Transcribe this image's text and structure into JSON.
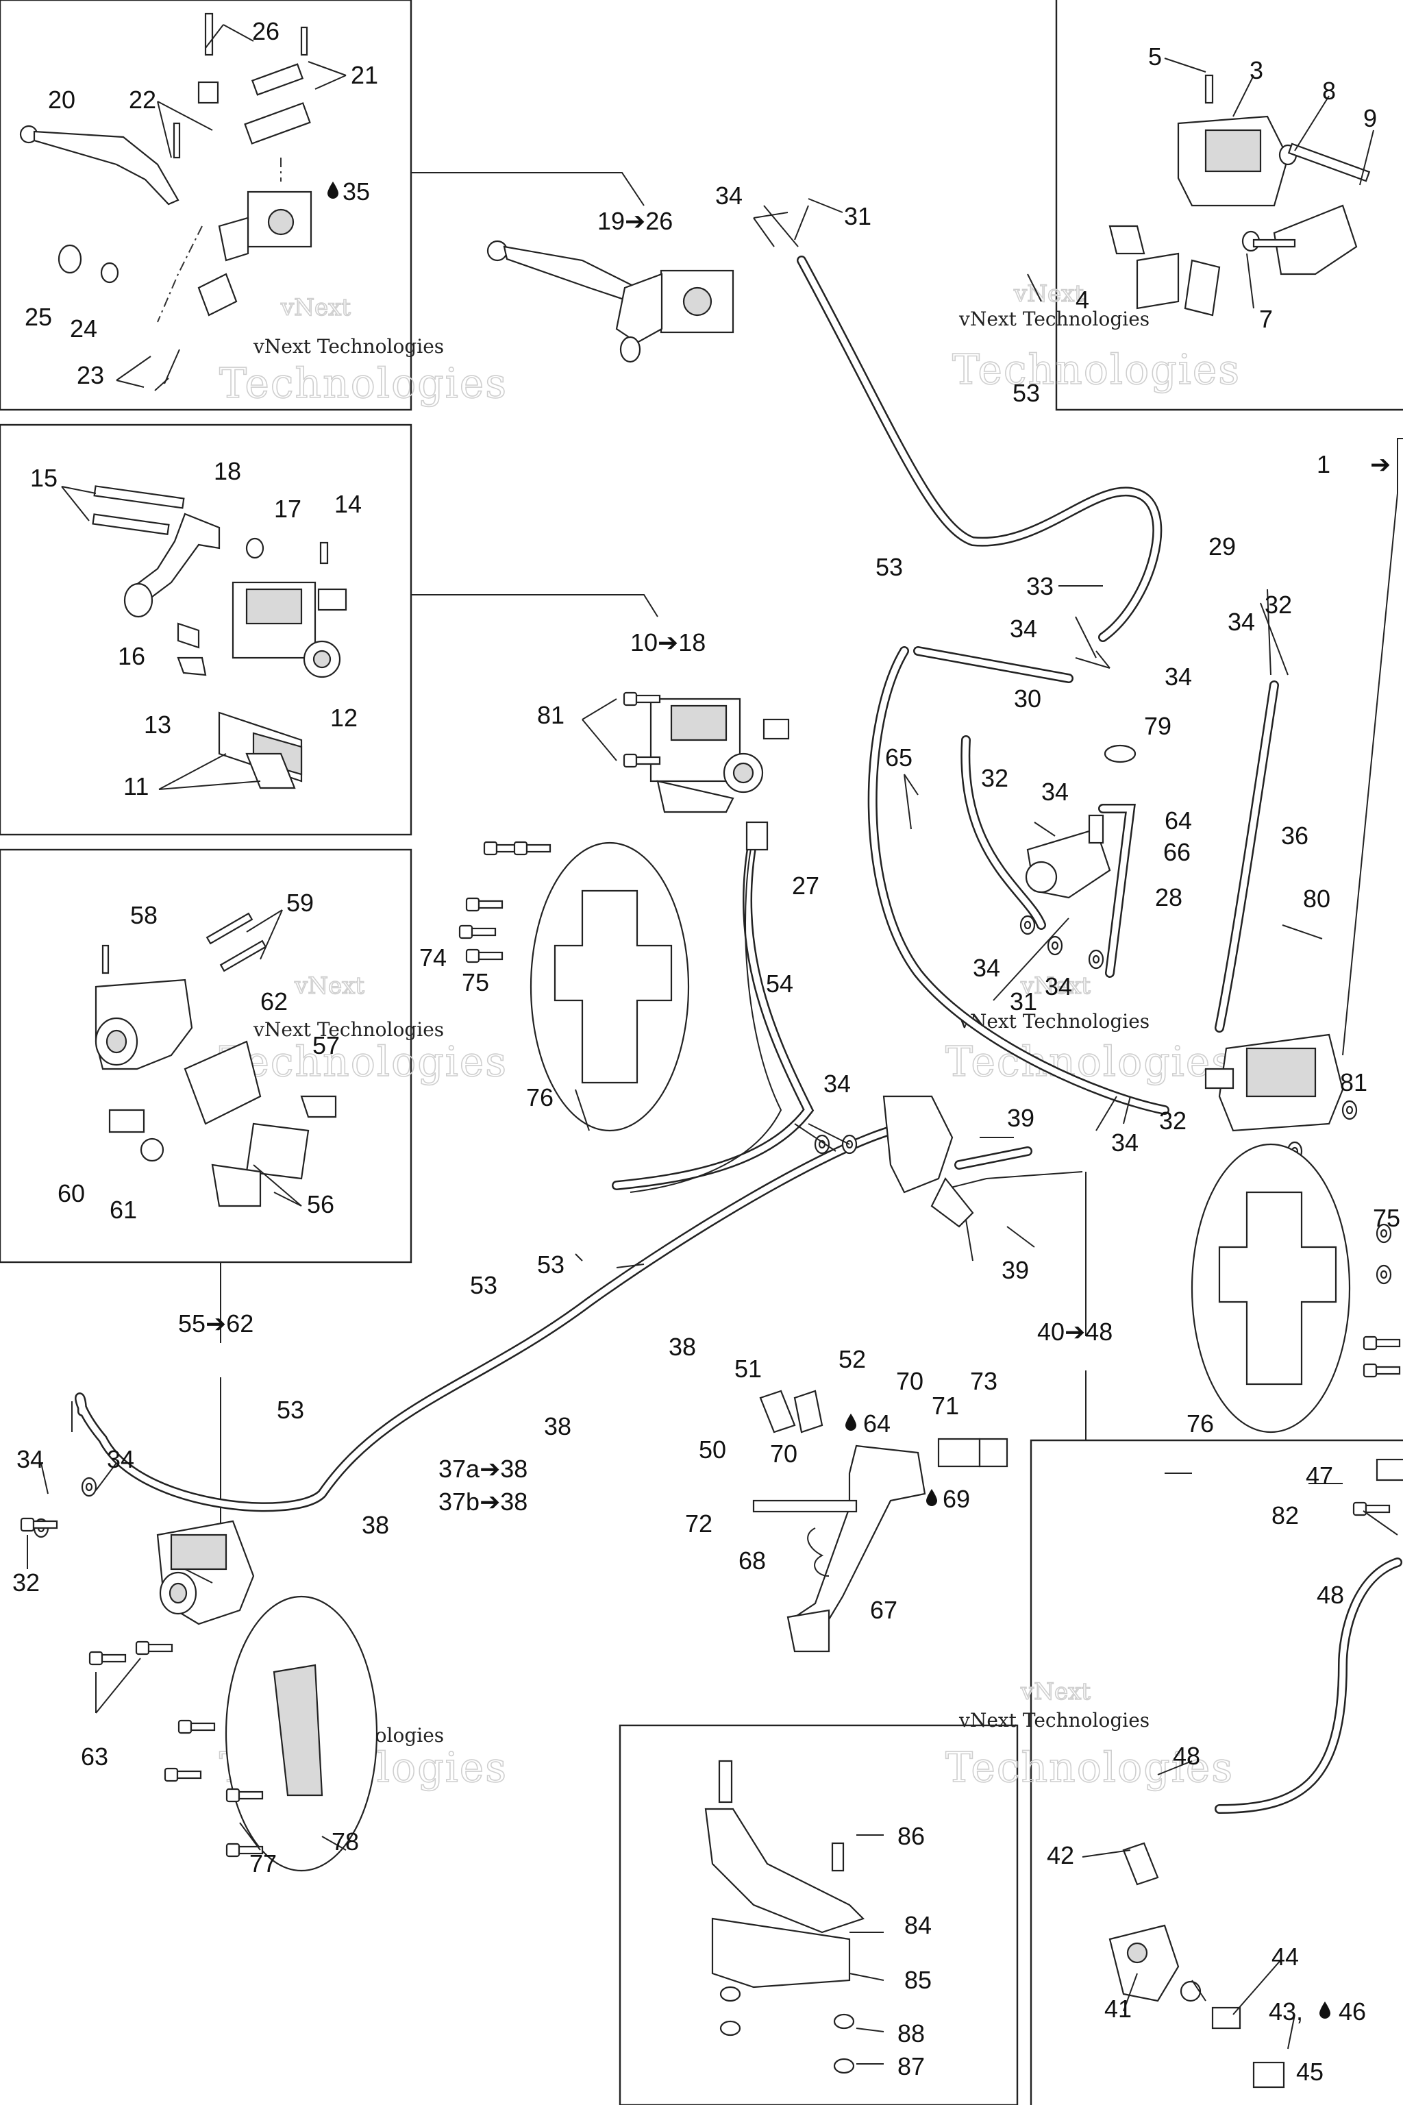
{
  "watermark": {
    "line1": "vNext",
    "line2": "Technologies",
    "caption": "vNext Technologies"
  },
  "callouts": {
    "c1": "1",
    "c3": "3",
    "c4": "4",
    "c5": "5",
    "c7": "7",
    "c8": "8",
    "c9": "9",
    "c10_18": "10➔18",
    "c11": "11",
    "c12": "12",
    "c13": "13",
    "c14": "14",
    "c15": "15",
    "c16": "16",
    "c17": "17",
    "c18": "18",
    "c19_26": "19➔26",
    "c20": "20",
    "c21": "21",
    "c22": "22",
    "c23": "23",
    "c24": "24",
    "c25": "25",
    "c26": "26",
    "c27": "27",
    "c28": "28",
    "c29": "29",
    "c30": "30",
    "c31": "31",
    "c32": "32",
    "c33": "33",
    "c34": "34",
    "c35": "35",
    "c36": "36",
    "c37a_38": "37a➔38",
    "c37b_38": "37b➔38",
    "c38": "38",
    "c39": "39",
    "c40_48": "40➔48",
    "c41": "41",
    "c42": "42",
    "c43_46": "43,",
    "c46": "46",
    "c44": "44",
    "c45": "45",
    "c47": "47",
    "c48": "48",
    "c50": "50",
    "c51": "51",
    "c52": "52",
    "c53": "53",
    "c54": "54",
    "c55_62": "55➔62",
    "c56": "56",
    "c57": "57",
    "c58": "58",
    "c59": "59",
    "c60": "60",
    "c61": "61",
    "c62": "62",
    "c63": "63",
    "c64": "64",
    "c65": "65",
    "c66": "66",
    "c67": "67",
    "c68": "68",
    "c69": "69",
    "c70": "70",
    "c71": "71",
    "c72": "72",
    "c73": "73",
    "c74": "74",
    "c75": "75",
    "c76": "76",
    "c77": "77",
    "c78": "78",
    "c79": "79",
    "c80": "80",
    "c81": "81",
    "c82": "82",
    "c84": "84",
    "c85": "85",
    "c86": "86",
    "c87": "87",
    "c88": "88"
  },
  "icons": {
    "drop": "fluid-drop-icon"
  }
}
